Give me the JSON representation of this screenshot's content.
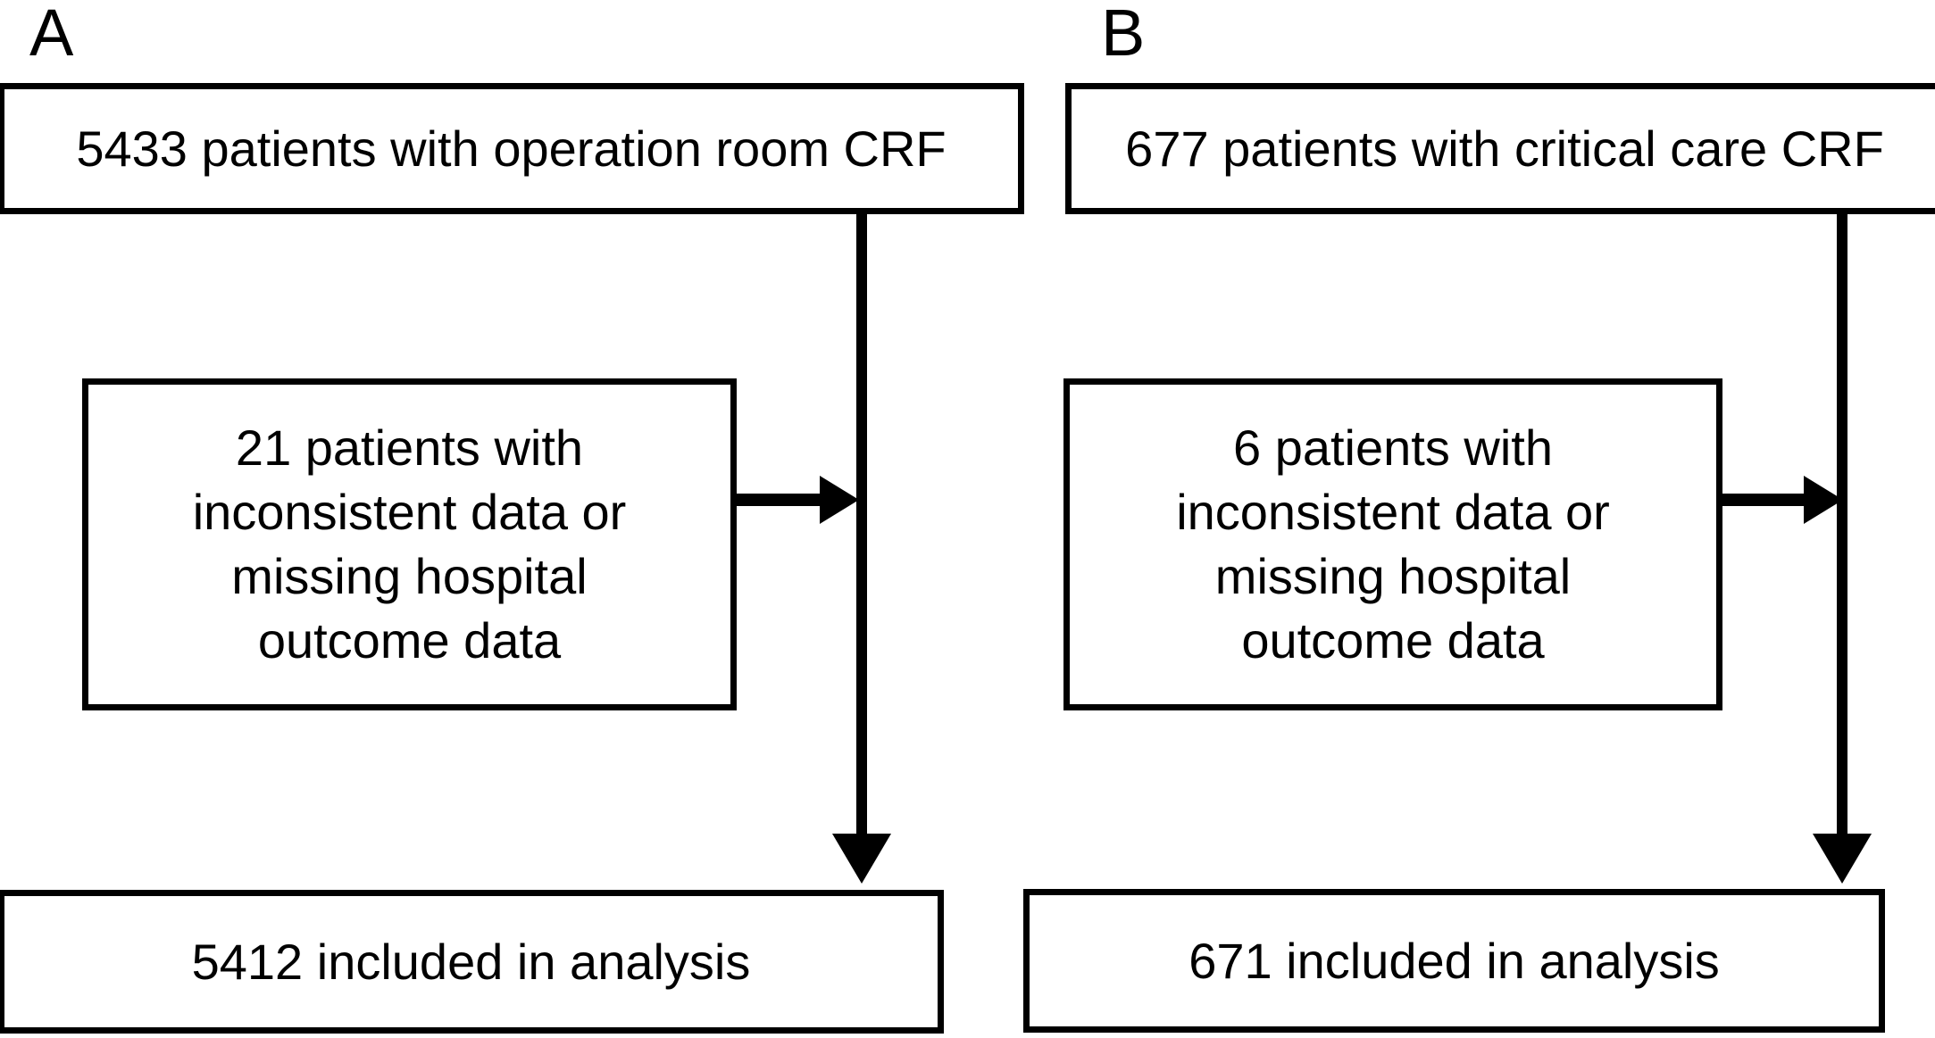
{
  "figure": {
    "colors": {
      "line": "#000000",
      "background": "#ffffff"
    },
    "panels": [
      {
        "label": "A",
        "source_box": "5433 patients with operation room CRF",
        "exclusion_box": {
          "lines": [
            "21 patients with",
            "inconsistent data or",
            "missing hospital",
            "outcome data"
          ]
        },
        "result_box": "5412 included in analysis"
      },
      {
        "label": "B",
        "source_box": "677 patients with critical care CRF",
        "exclusion_box": {
          "lines": [
            "6 patients with",
            "inconsistent data or",
            "missing hospital",
            "outcome data"
          ]
        },
        "result_box": "671 included in analysis"
      }
    ]
  }
}
